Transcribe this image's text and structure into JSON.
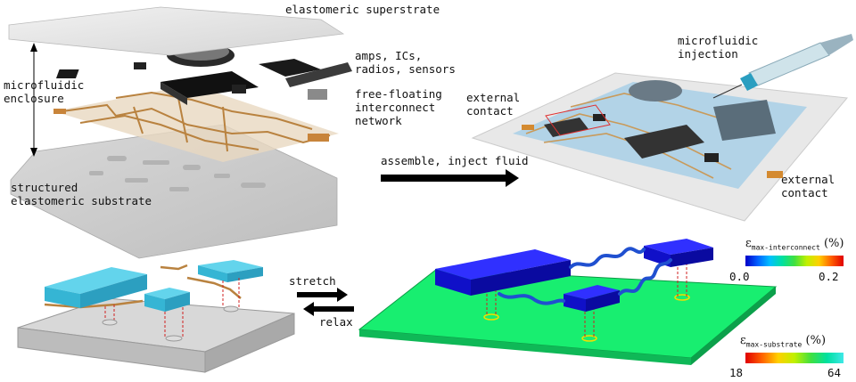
{
  "labels": {
    "superstrate": "elastomeric superstrate",
    "components": "amps, ICs,\nradios, sensors",
    "interconnect": "free-floating\ninterconnect\nnetwork",
    "enclosure": "microfluidic\nenclosure",
    "substrate": "structured\nelastomeric substrate",
    "injection": "microfluidic\ninjection",
    "ext_contact_left": "external\ncontact",
    "ext_contact_right": "external\ncontact",
    "assemble": "assemble, inject fluid",
    "stretch": "stretch",
    "relax": "relax"
  },
  "colorbars": {
    "interconnect": {
      "symbol": "ε",
      "subscript": "max-interconnect",
      "unit": "(%)",
      "min": "0.0",
      "max": "0.2",
      "colors": [
        "#0000c8",
        "#0060ff",
        "#00c0ff",
        "#00e0a0",
        "#40e040",
        "#c0f000",
        "#ffd000",
        "#ff6000",
        "#e00000"
      ]
    },
    "substrate": {
      "symbol": "ε",
      "subscript": "max-substrate",
      "unit": "(%)",
      "min": "18",
      "max": "64",
      "colors": [
        "#e00000",
        "#ff6000",
        "#ffd000",
        "#c0f000",
        "#40e040",
        "#00e0a0",
        "#40e8e8"
      ]
    }
  }
}
